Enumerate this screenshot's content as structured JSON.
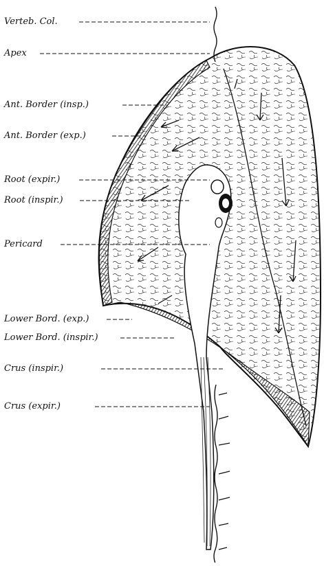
{
  "labels": {
    "vertebral_column": "Verteb. Col.",
    "apex": "Apex",
    "ant_border_insp": "Ant. Border (insp.)",
    "ant_border_exp": "Ant. Border (exp.)",
    "root_expir": "Root (expir.)",
    "root_inspir": "Root (inspir.)",
    "pericard": "Pericard",
    "lower_bord_exp": "Lower Bord. (exp.)",
    "lower_bord_inspir": "Lower Bord. (inspir.)",
    "crus_inspir": "Crus (inspir.)",
    "crus_expir": "Crus (expir.)"
  }
}
